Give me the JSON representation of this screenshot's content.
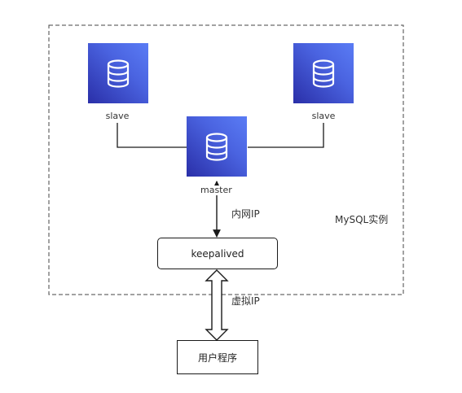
{
  "diagram": {
    "group_label": "MySQL实例",
    "nodes": {
      "slave_left": {
        "label": "slave",
        "icon": "database-icon"
      },
      "slave_right": {
        "label": "slave",
        "icon": "database-icon"
      },
      "master": {
        "label": "master",
        "icon": "database-icon"
      },
      "keepalived": {
        "label": "keepalived"
      },
      "user_program": {
        "label": "用户程序"
      }
    },
    "edges": {
      "master_to_keepalived": "内网IP",
      "keepalived_to_user": "虚拟IP"
    },
    "colors": {
      "db_gradient_start": "#2a2fa8",
      "db_gradient_end": "#5a7cf5",
      "line": "#1a1a1a",
      "dashed_border": "#444444"
    }
  }
}
